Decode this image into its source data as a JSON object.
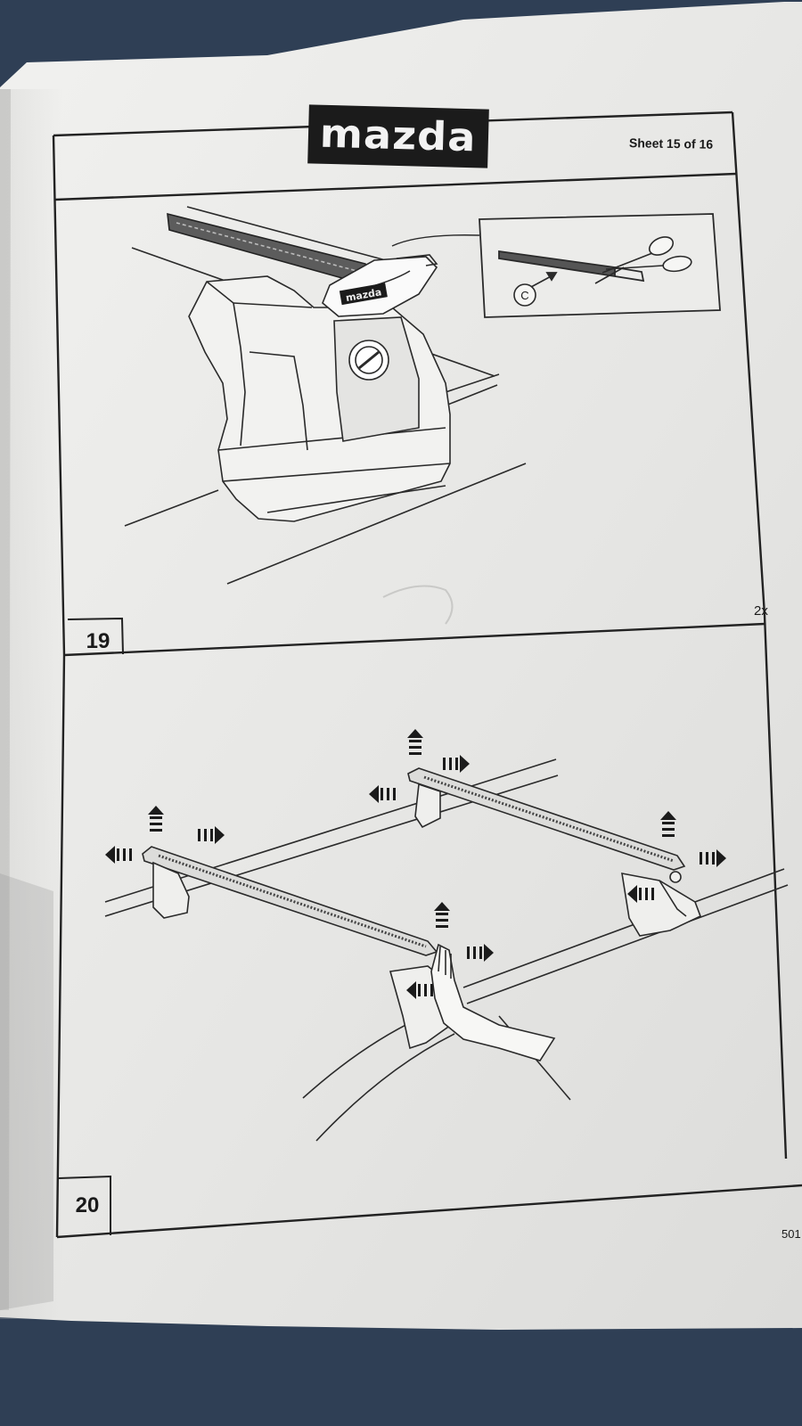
{
  "header": {
    "logo_text": "mazda",
    "sheet_number": "Sheet 15 of 16"
  },
  "step_19": {
    "number": "19",
    "quantity": "2x",
    "callout_letter": "C"
  },
  "step_20": {
    "number": "20"
  },
  "footer": {
    "part_number": "501"
  },
  "colors": {
    "background": "#2f3f55",
    "paper": "#e9e9e7",
    "ink": "#1b1b1b"
  }
}
